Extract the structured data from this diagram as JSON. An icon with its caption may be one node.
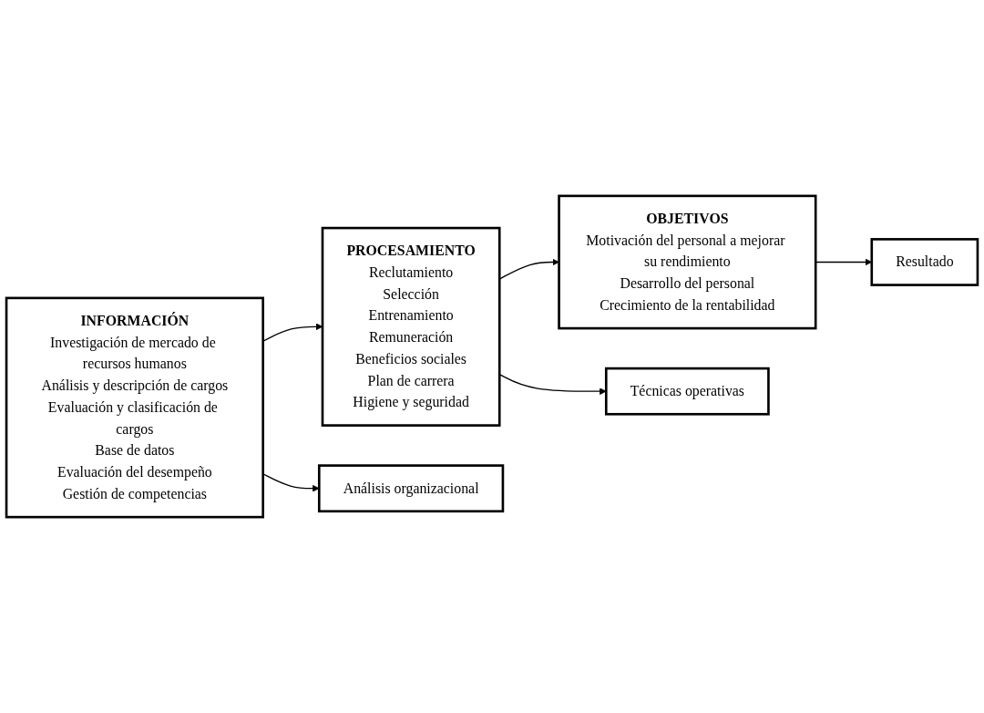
{
  "diagram": {
    "nodes": [
      {
        "text": [
          "INFORMACIÓN",
          "Investigación de mercado de recursos humanos",
          "Análisis y descripción de cargos",
          "Evaluación y clasificación de cargos",
          "Base de datos",
          "Evaluación del desempeño",
          "Gestión de competencias"
        ]
      },
      {
        "text": [
          "PROCESAMIENTO",
          "Reclutamiento",
          "Selección",
          "Entrenamiento",
          "Remuneración",
          "Beneficios sociales",
          "Plan de carrera",
          "Higiene y seguridad"
        ]
      },
      {
        "text": [
          "OBJETIVOS",
          "Motivación del personal a mejorar su rendimiento",
          "Desarrollo del personal",
          "Crecimiento de la rentabilidad"
        ]
      },
      {
        "text": [
          "Técnicas operativas"
        ]
      },
      {
        "text": [
          "Resultado"
        ]
      },
      {
        "text": [
          "Análisis organizacional"
        ]
      }
    ],
    "edges": [
      {
        "from": 0,
        "to": 1,
        "arrow": "to"
      },
      {
        "from": 1,
        "to": 2,
        "arrow": "to"
      },
      {
        "from": 1,
        "to": 3,
        "arrow": "to"
      },
      {
        "from": 2,
        "to": 4,
        "arrow": "to"
      },
      {
        "from": 0,
        "to": 5,
        "arrow": "to"
      }
    ]
  }
}
